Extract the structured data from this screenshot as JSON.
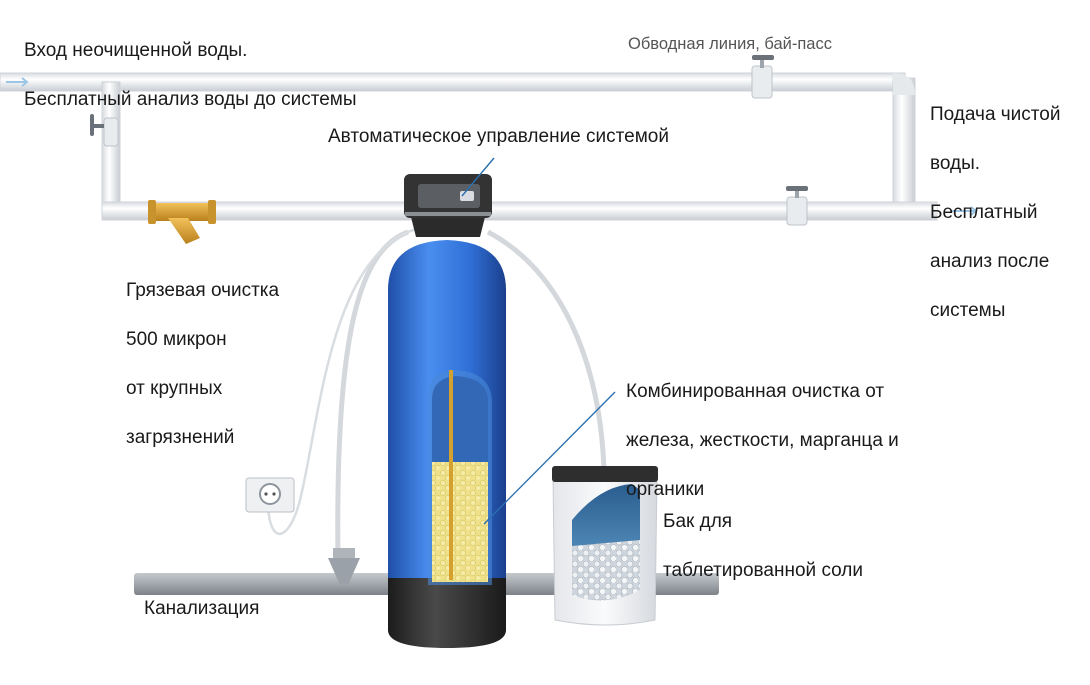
{
  "labels": {
    "inlet": {
      "line1": "Вход неочищенной воды.",
      "line2": "Бесплатный анализ воды до системы"
    },
    "bypass": "Обводная линия, бай-пасс",
    "outlet": [
      "Подача чистой",
      "воды.",
      "Бесплатный",
      "анализ после",
      "системы"
    ],
    "control": "Автоматическое управление системой",
    "sediment": [
      "Грязевая очистка",
      "500 микрон",
      "от крупных",
      "загрязнений"
    ],
    "combined": [
      "Комбинированная очистка от",
      "железа, жесткости, марганца и",
      "органики"
    ],
    "brine_tank": [
      "Бак для",
      "таблетированной соли"
    ],
    "sewer": "Канализация"
  },
  "colors": {
    "pipe": "#eef0f2",
    "pipe_edge": "#c9cdd2",
    "tank_blue": "#2f6fd6",
    "tank_dark": "#2e2e2e",
    "media_yellow": "#efe08a",
    "brass": "#d9a23a",
    "callout": "#2c6fb0",
    "sewer_pipe": "#9aa0a6"
  },
  "icons": [
    "flow-arrow-icon",
    "valve-icon",
    "power-socket-icon",
    "drain-funnel-icon",
    "strainer-icon"
  ]
}
